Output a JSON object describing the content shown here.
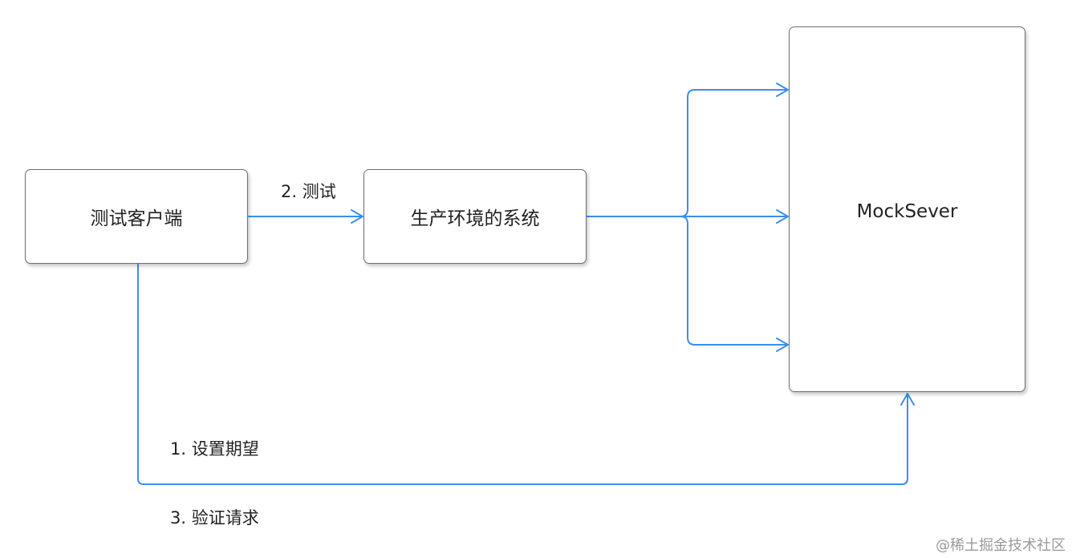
{
  "colors": {
    "edge": "#3b8ef0",
    "node_border": "#6f6f6f",
    "text": "#222222",
    "watermark": "#9a9a9a"
  },
  "nodes": {
    "client": "测试客户端",
    "production_system": "生产环境的系统",
    "mock_server": "MockSever"
  },
  "edges": {
    "test": "2. 测试",
    "set_expectation": "1. 设置期望",
    "verify_request": "3. 验证请求"
  },
  "watermark": "@稀土掘金技术社区"
}
